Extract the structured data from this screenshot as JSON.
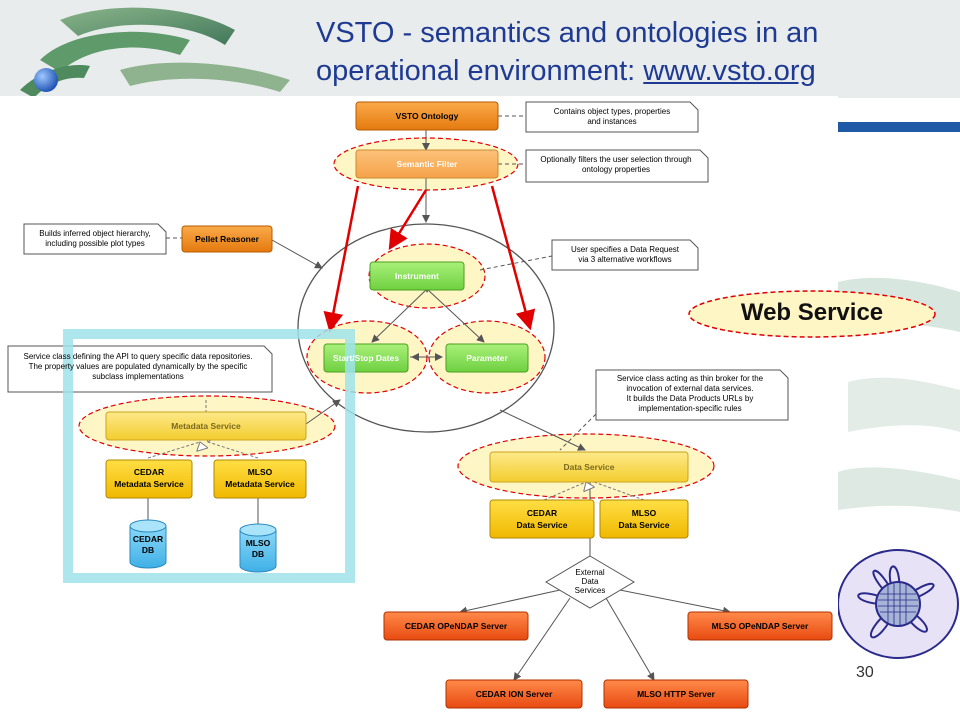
{
  "title": {
    "line1": "VSTO - semantics and ontologies in an",
    "line2_prefix": "operational environment: ",
    "link": "www.vsto.org"
  },
  "web_service_label": "Web Service",
  "page_number": "30",
  "colors": {
    "title_blue": "#1f3a93",
    "orange_box": "#f28c1a",
    "yellow_box": "#f7d64a",
    "green_box": "#8fe060",
    "red_box": "#f05a1e",
    "blue_db": "#5bc3f0",
    "highlight_ellipse": "#fff6c6",
    "cyan_frame": "#9fe3ea",
    "red_arrow": "#e00000"
  },
  "diagram": {
    "vsto_ontology": "VSTO Ontology",
    "semantic_filter": "Semantic Filter",
    "pellet_reasoner": "Pellet Reasoner",
    "instrument": "Instrument",
    "start_stop_dates": "Start/Stop Dates",
    "parameter": "Parameter",
    "metadata_service": "Metadata Service",
    "cedar_metadata_1": "CEDAR",
    "cedar_metadata_2": "Metadata Service",
    "mlso_metadata_1": "MLSO",
    "mlso_metadata_2": "Metadata Service",
    "cedar_db_1": "CEDAR",
    "cedar_db_2": "DB",
    "mlso_db_1": "MLSO",
    "mlso_db_2": "DB",
    "data_service": "Data Service",
    "cedar_data_1": "CEDAR",
    "cedar_data_2": "Data Service",
    "mlso_data_1": "MLSO",
    "mlso_data_2": "Data Service",
    "external_1": "External",
    "external_2": "Data",
    "external_3": "Services",
    "cedar_opendap": "CEDAR OPeNDAP Server",
    "mlso_opendap": "MLSO OPeNDAP Server",
    "cedar_ion": "CEDAR ION Server",
    "mlso_http": "MLSO HTTP Server"
  },
  "notes": {
    "ontology_1": "Contains object types, properties",
    "ontology_2": "and instances",
    "filter_1": "Optionally filters the user selection through",
    "filter_2": "ontology properties",
    "reasoner_1": "Builds inferred object hierarchy,",
    "reasoner_2": "including possible plot types",
    "request_1": "User specifies a Data Request",
    "request_2": "via 3 alternative workflows",
    "metadata_1": "Service class defining the API to query specific data repositories.",
    "metadata_2": "The property values are populated dynamically by the specific",
    "metadata_3": "subclass implementations",
    "data_1": "Service class acting as thin broker for the",
    "data_2": "invocation of external data services.",
    "data_3": "It builds the Data Products URLs by",
    "data_4": "implementation-specific rules"
  }
}
